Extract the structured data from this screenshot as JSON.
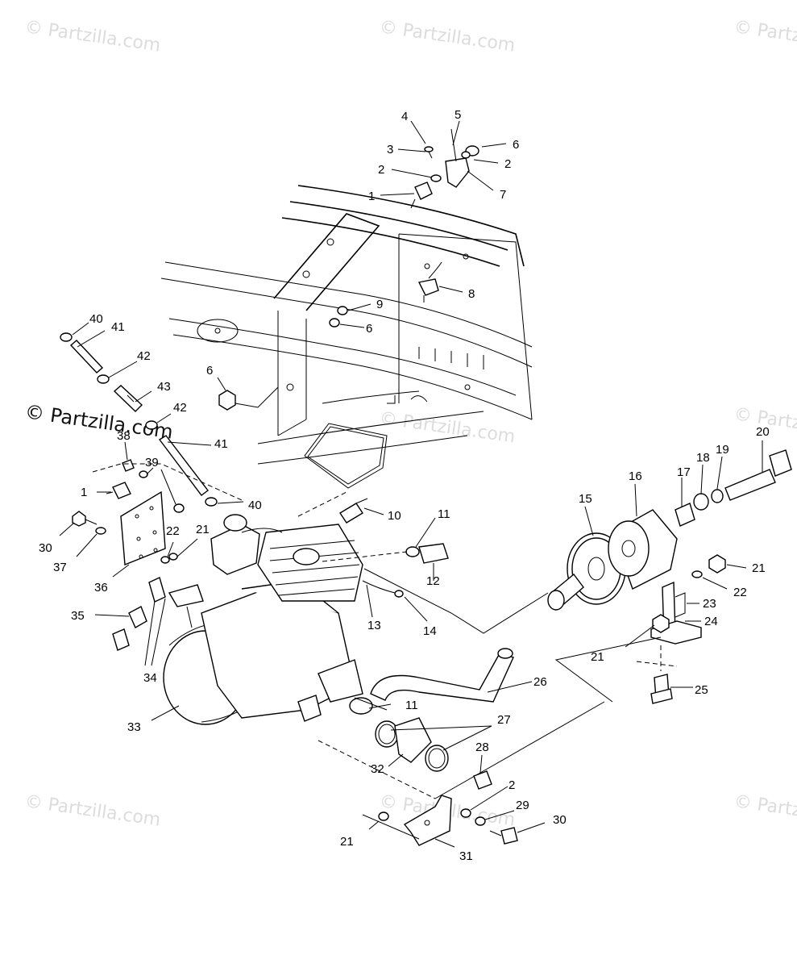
{
  "watermarks": {
    "light": "© Partzilla.com",
    "dark": "© Partzilla.com"
  },
  "callouts": [
    {
      "id": "c4a",
      "text": "4"
    },
    {
      "id": "c5a",
      "text": "5"
    },
    {
      "id": "c3a",
      "text": "3"
    },
    {
      "id": "c6a",
      "text": "6"
    },
    {
      "id": "c2a",
      "text": "2"
    },
    {
      "id": "c2b",
      "text": "2"
    },
    {
      "id": "c7a",
      "text": "7"
    },
    {
      "id": "c1a",
      "text": "1"
    },
    {
      "id": "c8a",
      "text": "8"
    },
    {
      "id": "c9a",
      "text": "9"
    },
    {
      "id": "c6b",
      "text": "6"
    },
    {
      "id": "c40a",
      "text": "40"
    },
    {
      "id": "c41a",
      "text": "41"
    },
    {
      "id": "c42a",
      "text": "42"
    },
    {
      "id": "c43a",
      "text": "43"
    },
    {
      "id": "c6c",
      "text": "6"
    },
    {
      "id": "c42b",
      "text": "42"
    },
    {
      "id": "c38a",
      "text": "38"
    },
    {
      "id": "c41b",
      "text": "41"
    },
    {
      "id": "c39a",
      "text": "39"
    },
    {
      "id": "c1b",
      "text": "1"
    },
    {
      "id": "c40b",
      "text": "40"
    },
    {
      "id": "c10a",
      "text": "10"
    },
    {
      "id": "c11a",
      "text": "11"
    },
    {
      "id": "c20a",
      "text": "20"
    },
    {
      "id": "c19a",
      "text": "19"
    },
    {
      "id": "c18a",
      "text": "18"
    },
    {
      "id": "c17a",
      "text": "17"
    },
    {
      "id": "c16a",
      "text": "16"
    },
    {
      "id": "c15a",
      "text": "15"
    },
    {
      "id": "c30a",
      "text": "30"
    },
    {
      "id": "c22a",
      "text": "22"
    },
    {
      "id": "c21a",
      "text": "21"
    },
    {
      "id": "c37a",
      "text": "37"
    },
    {
      "id": "c36a",
      "text": "36"
    },
    {
      "id": "c12a",
      "text": "12"
    },
    {
      "id": "c21b",
      "text": "21"
    },
    {
      "id": "c22b",
      "text": "22"
    },
    {
      "id": "c23a",
      "text": "23"
    },
    {
      "id": "c35a",
      "text": "35"
    },
    {
      "id": "c13a",
      "text": "13"
    },
    {
      "id": "c14a",
      "text": "14"
    },
    {
      "id": "c24a",
      "text": "24"
    },
    {
      "id": "c21c",
      "text": "21"
    },
    {
      "id": "c34a",
      "text": "34"
    },
    {
      "id": "c26a",
      "text": "26"
    },
    {
      "id": "c25a",
      "text": "25"
    },
    {
      "id": "c33a",
      "text": "33"
    },
    {
      "id": "c11b",
      "text": "11"
    },
    {
      "id": "c27a",
      "text": "27"
    },
    {
      "id": "c28a",
      "text": "28"
    },
    {
      "id": "c32a",
      "text": "32"
    },
    {
      "id": "c2c",
      "text": "2"
    },
    {
      "id": "c29a",
      "text": "29"
    },
    {
      "id": "c30b",
      "text": "30"
    },
    {
      "id": "c21d",
      "text": "21"
    },
    {
      "id": "c31a",
      "text": "31"
    }
  ]
}
